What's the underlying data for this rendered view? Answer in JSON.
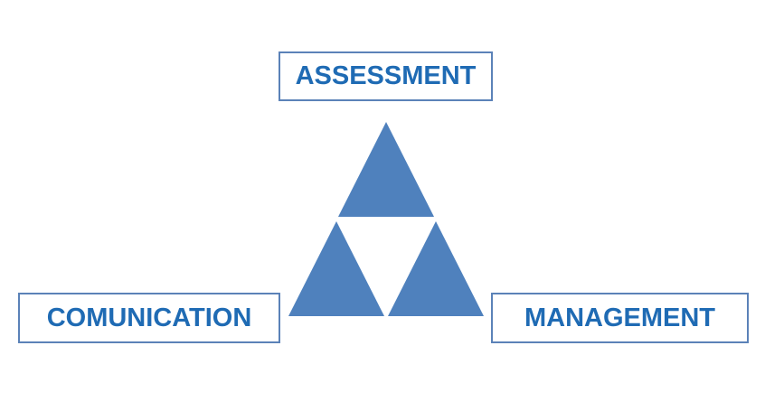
{
  "diagram": {
    "colors": {
      "triangle_fill": "#4f81bd",
      "border": "#5b82b8",
      "text": "#1f6bb4"
    },
    "nodes": {
      "top": {
        "label": "ASSESSMENT"
      },
      "left": {
        "label": "COMUNICATION"
      },
      "right": {
        "label": "MANAGEMENT"
      }
    }
  }
}
